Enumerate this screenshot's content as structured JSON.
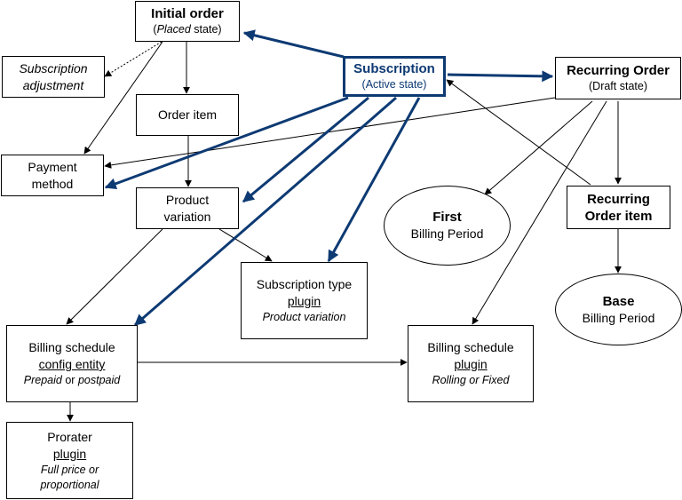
{
  "nodes": {
    "initial_order": {
      "title": "Initial order",
      "state_open": "(",
      "state_name": "Placed",
      "state_close": " state)"
    },
    "subscription_adjustment": {
      "line1": "Subscription",
      "line2": "adjustment"
    },
    "subscription": {
      "title": "Subscription",
      "state": "(Active state)"
    },
    "recurring_order": {
      "title": "Recurring Order",
      "state": "(Draft state)"
    },
    "order_item": {
      "label": "Order item"
    },
    "payment_method": {
      "line1": "Payment",
      "line2": "method"
    },
    "product_variation": {
      "line1": "Product",
      "line2": "variation"
    },
    "first_billing_period": {
      "title": "First",
      "subtitle": "Billing Period"
    },
    "recurring_order_item": {
      "line1": "Recurring",
      "line2": "Order item"
    },
    "subscription_type_plugin": {
      "line1": "Subscription type",
      "line2": "plugin",
      "line3": "Product variation"
    },
    "base_billing_period": {
      "title": "Base",
      "subtitle": "Billing Period"
    },
    "billing_schedule_config": {
      "line1": "Billing schedule",
      "line2": "config entity",
      "line3_a": "Prepaid",
      "line3_b": " or ",
      "line3_c": "postpaid"
    },
    "billing_schedule_plugin": {
      "line1": "Billing schedule",
      "line2": "plugin",
      "line3": "Rolling or Fixed"
    },
    "prorater_plugin": {
      "line1": "Prorater",
      "line2": "plugin",
      "line3": "Full price or",
      "line4": "proportional"
    }
  },
  "colors": {
    "highlight": "#0d3a73",
    "line": "#000000"
  }
}
